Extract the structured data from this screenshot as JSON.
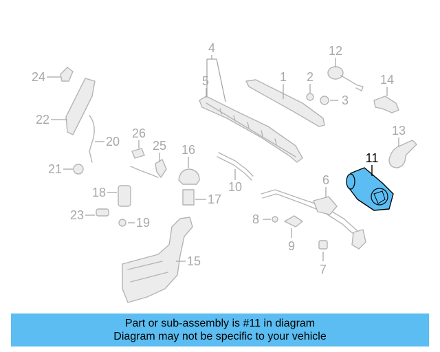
{
  "callouts": {
    "p1": "1",
    "p2": "2",
    "p3": "3",
    "p4": "4",
    "p5": "5",
    "p6": "6",
    "p7": "7",
    "p8": "8",
    "p9": "9",
    "p10": "10",
    "p11": "11",
    "p12": "12",
    "p13": "13",
    "p14": "14",
    "p15": "15",
    "p16": "16",
    "p17": "17",
    "p18": "18",
    "p19": "19",
    "p20": "20",
    "p21": "21",
    "p22": "22",
    "p23": "23",
    "p24": "24",
    "p25": "25",
    "p26": "26"
  },
  "highlighted_part": "11",
  "banner": {
    "line1": "Part or sub-assembly is #11 in diagram",
    "line2": "Diagram may not be specific to your vehicle"
  },
  "colors": {
    "highlight": "#5bbdf2",
    "banner_bg": "#5bbdf2",
    "line_art": "#b4b4b4"
  }
}
